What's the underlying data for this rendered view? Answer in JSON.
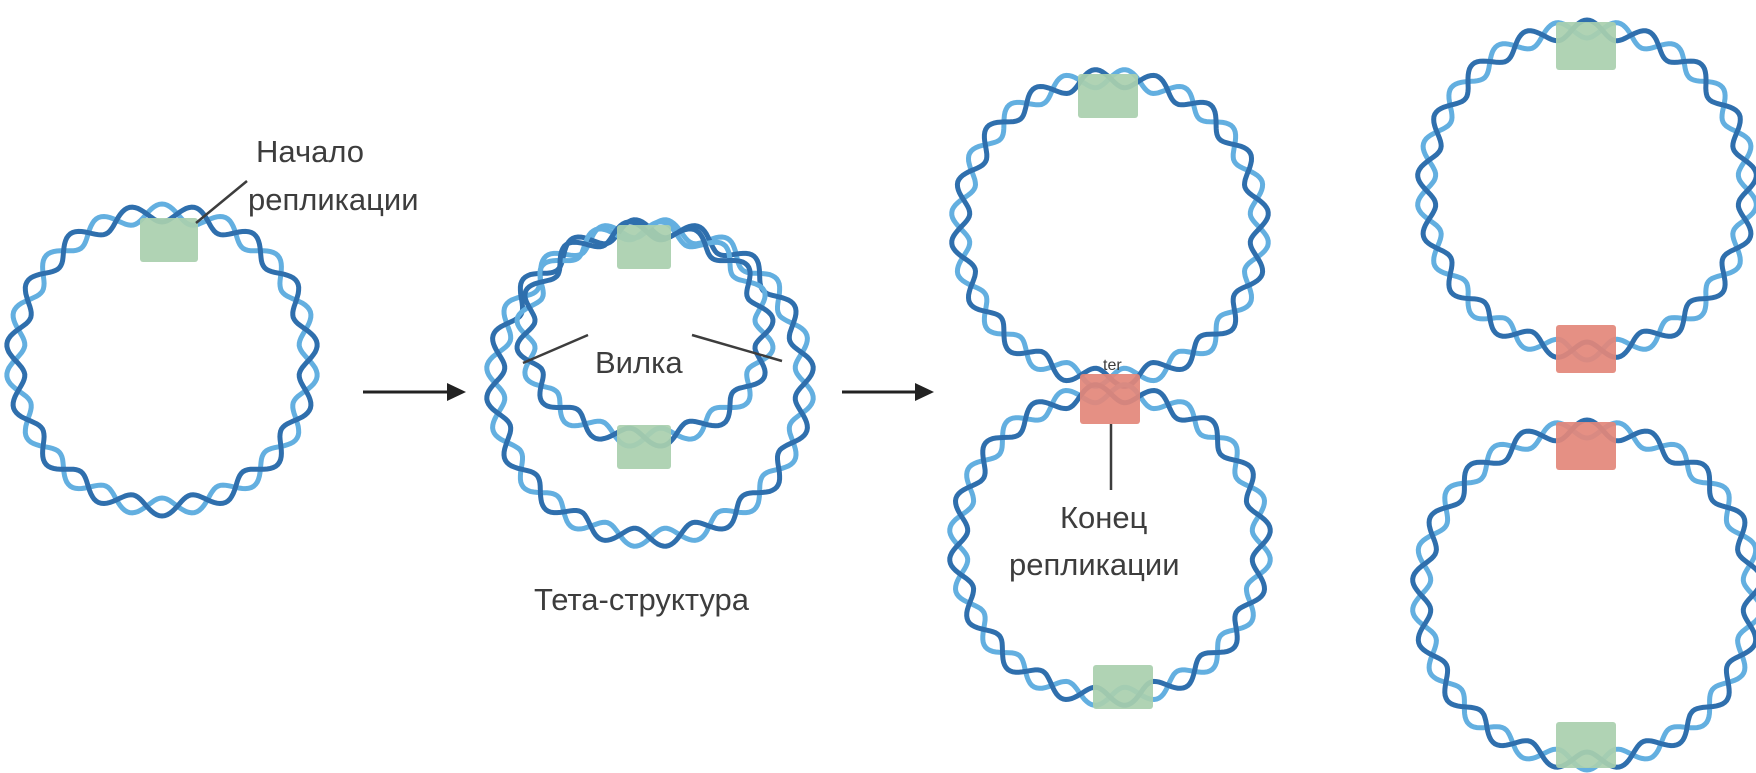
{
  "labels": {
    "origin_line1": "Начало",
    "origin_line2": "репликации",
    "fork": "Вилка",
    "theta": "Тета-структура",
    "ter": "ter",
    "end_line1": "Конец",
    "end_line2": "репликации"
  },
  "colors": {
    "strand_dark": "#2f6fad",
    "strand_light": "#63afe0",
    "origin_box": "#a9cfae",
    "ter_box": "#e3877a",
    "text": "#3d3d3d",
    "arrow": "#222222"
  },
  "stages": [
    {
      "name": "circular-chromosome",
      "markers": [
        "origin"
      ]
    },
    {
      "name": "theta-structure",
      "markers": [
        "origin",
        "origin"
      ]
    },
    {
      "name": "figure-eight",
      "markers": [
        "origin",
        "ter",
        "origin"
      ]
    },
    {
      "name": "separated-daughters",
      "markers": [
        "origin",
        "ter",
        "ter",
        "origin"
      ]
    }
  ]
}
